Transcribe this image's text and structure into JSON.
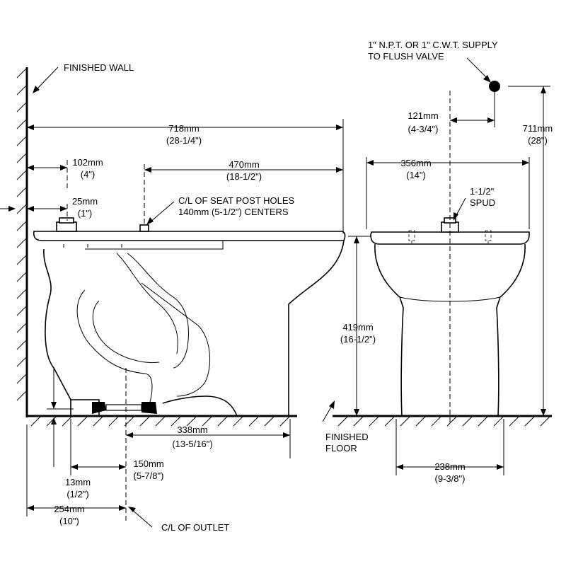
{
  "callouts": {
    "finished_wall": "FINISHED WALL",
    "supply_line1": "1\" N.P.T. OR 1\" C.W.T. SUPPLY",
    "supply_line2": "TO FLUSH VALVE",
    "seat_post_line1": "C/L OF SEAT POST HOLES",
    "seat_post_line2": "140mm (5-1/2\") CENTERS",
    "spud_line1": "1-1/2\"",
    "spud_line2": "SPUD",
    "finished_floor_line1": "FINISHED",
    "finished_floor_line2": "FLOOR",
    "outlet": "C/L OF OUTLET"
  },
  "dimensions": {
    "overall_length": {
      "mm": "718mm",
      "in": "(28-1/4\")"
    },
    "wall_to_seat": {
      "mm": "102mm",
      "in": "(4\")"
    },
    "seat_to_front": {
      "mm": "470mm",
      "in": "(18-1/2\")"
    },
    "wall_to_spud": {
      "mm": "25mm",
      "in": "(1\")"
    },
    "outlet_to_front": {
      "mm": "338mm",
      "in": "(13-5/16\")"
    },
    "base_to_outlet": {
      "mm": "150mm",
      "in": "(5-7/8\")"
    },
    "base_height": {
      "mm": "13mm",
      "in": "(1/2\")"
    },
    "wall_to_outlet": {
      "mm": "254mm",
      "in": "(10\")"
    },
    "supply_offset": {
      "mm": "121mm",
      "in": "(4-3/4\")"
    },
    "supply_height": {
      "mm": "711mm",
      "in": "(28\")"
    },
    "bowl_width": {
      "mm": "356mm",
      "in": "(14\")"
    },
    "rim_height": {
      "mm": "419mm",
      "in": "(16-1/2\")"
    },
    "base_width": {
      "mm": "238mm",
      "in": "(9-3/8\")"
    }
  }
}
